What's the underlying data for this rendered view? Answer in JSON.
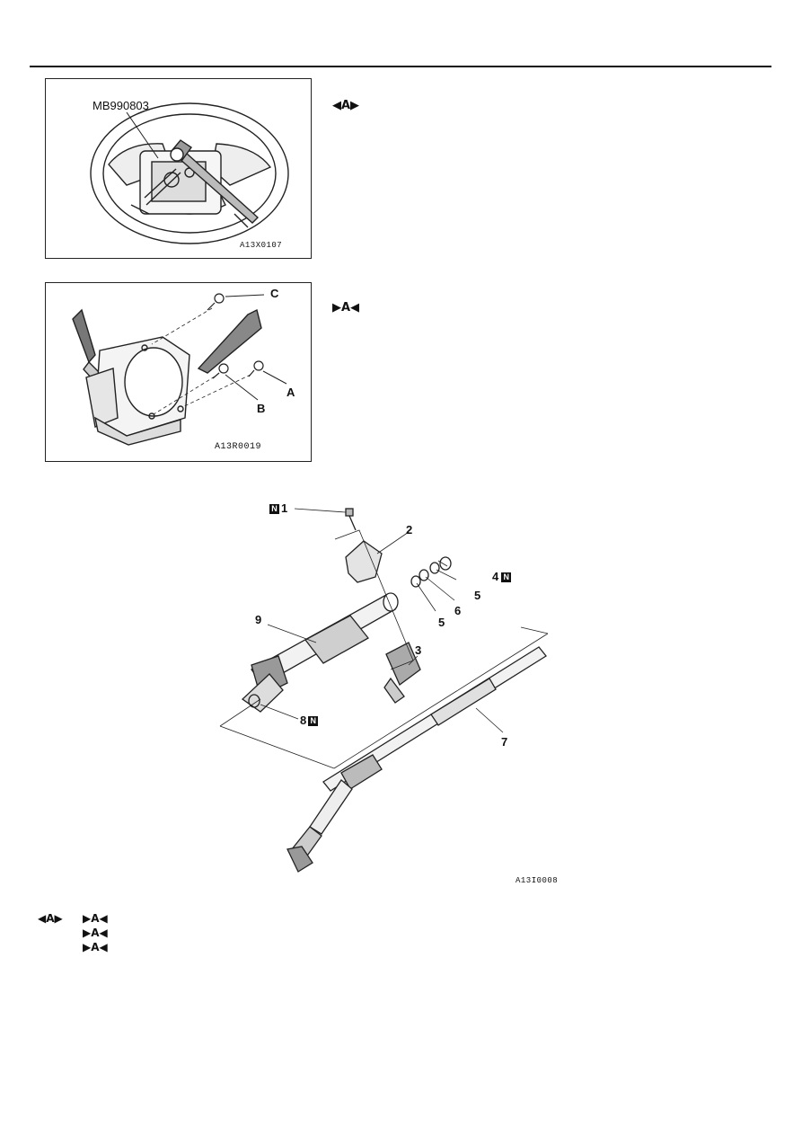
{
  "figure1": {
    "tool_label": "MB990803",
    "caption": "A13X0107"
  },
  "figure2": {
    "label_a": "A",
    "label_b": "B",
    "label_c": "C",
    "caption": "A13R0019"
  },
  "markers": {
    "removal_a": "◀A▶",
    "install_a": "▶A◀"
  },
  "exploded": {
    "caption": "A13I0008",
    "n_box": "N",
    "parts": [
      "1",
      "2",
      "3",
      "4",
      "5",
      "6",
      "5",
      "8",
      "7",
      "9"
    ]
  },
  "legend": {
    "removal": "◀A▶",
    "install_rows": [
      "▶A◀",
      "▶A◀",
      "▶A◀"
    ]
  }
}
